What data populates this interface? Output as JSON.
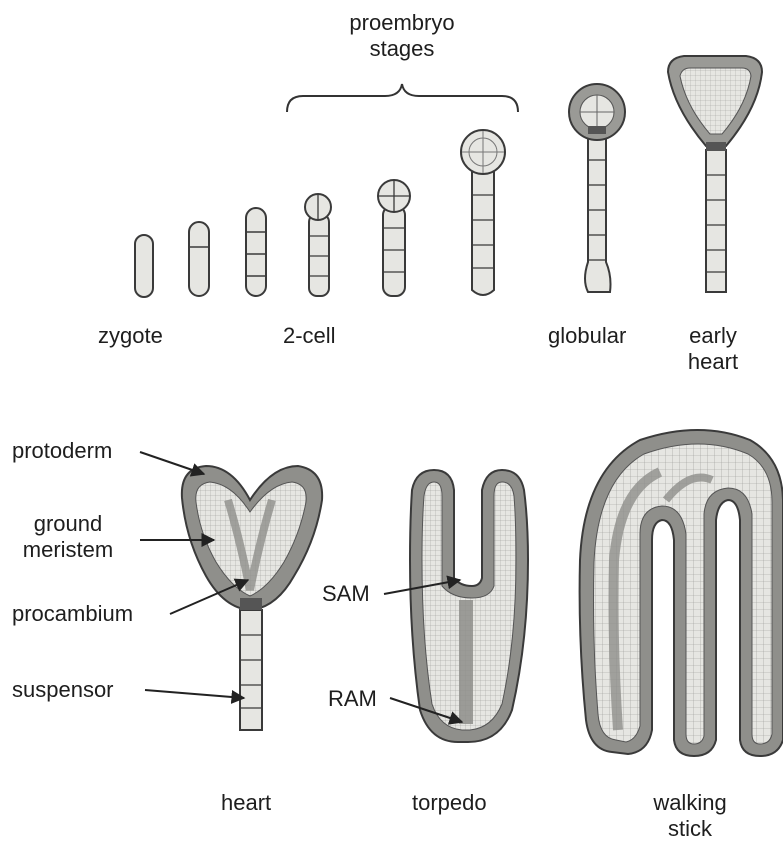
{
  "header": {
    "line1": "proembryo",
    "line2": "stages"
  },
  "stages": {
    "zygote": "zygote",
    "two_cell": "2-cell",
    "globular": "globular",
    "early_heart_1": "early",
    "early_heart_2": "heart",
    "heart": "heart",
    "torpedo": "torpedo",
    "walking_stick_1": "walking",
    "walking_stick_2": "stick"
  },
  "tissues": {
    "protoderm": "protoderm",
    "ground_meristem_1": "ground",
    "ground_meristem_2": "meristem",
    "procambium": "procambium",
    "suspensor": "suspensor"
  },
  "meristems": {
    "sam": "SAM",
    "ram": "RAM"
  },
  "colors": {
    "outline": "#3a3a3a",
    "light_tissue": "#e6e6e2",
    "dark_tissue": "#8f8f8b",
    "mid_tissue": "#b9b9b5",
    "background": "#ffffff"
  }
}
